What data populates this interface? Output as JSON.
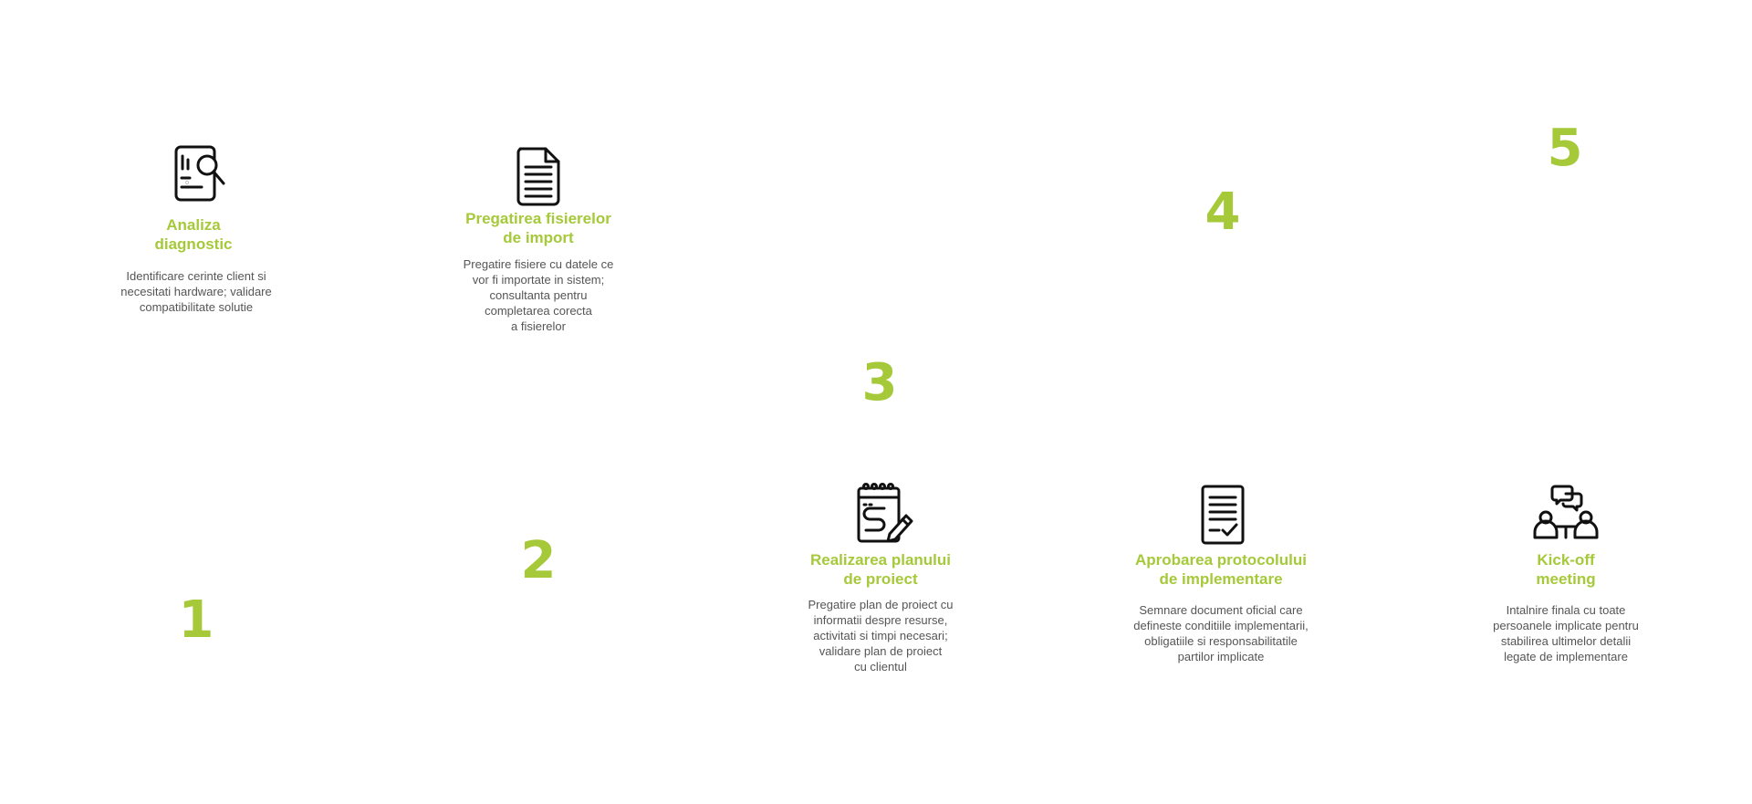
{
  "accent_color": "#a6c93a",
  "text_color": "#555555",
  "steps": [
    {
      "number": "1",
      "icon": "document-search-icon",
      "title": "Analiza\ndiagnostic",
      "description": "Identificare cerinte client si\nnecesitati hardware; validare\ncompatibilitate solutie"
    },
    {
      "number": "2",
      "icon": "document-lines-icon",
      "title": "Pregatirea fisierelor\nde import",
      "description": "Pregatire fisiere cu datele ce\nvor fi importate in sistem;\nconsultanta pentru\ncompletarea corecta\na fisierelor"
    },
    {
      "number": "3",
      "icon": "notepad-pencil-icon",
      "title": "Realizarea planului\nde proiect",
      "description": "Pregatire plan de proiect cu\ninformatii despre resurse,\nactivitati si timpi necesari;\nvalidare plan de proiect\ncu clientul"
    },
    {
      "number": "4",
      "icon": "document-check-icon",
      "title": "Aprobarea protocolului\nde implementare",
      "description": "Semnare document oficial care\ndefineste conditiile implementarii,\nobligatiile si responsabilitatile\npartilor implicate"
    },
    {
      "number": "5",
      "icon": "meeting-people-icon",
      "title": "Kick-off\nmeeting",
      "description": "Intalnire finala cu toate\npersoanele implicate pentru\nstabilirea ultimelor detalii\nlegate de implementare"
    }
  ]
}
